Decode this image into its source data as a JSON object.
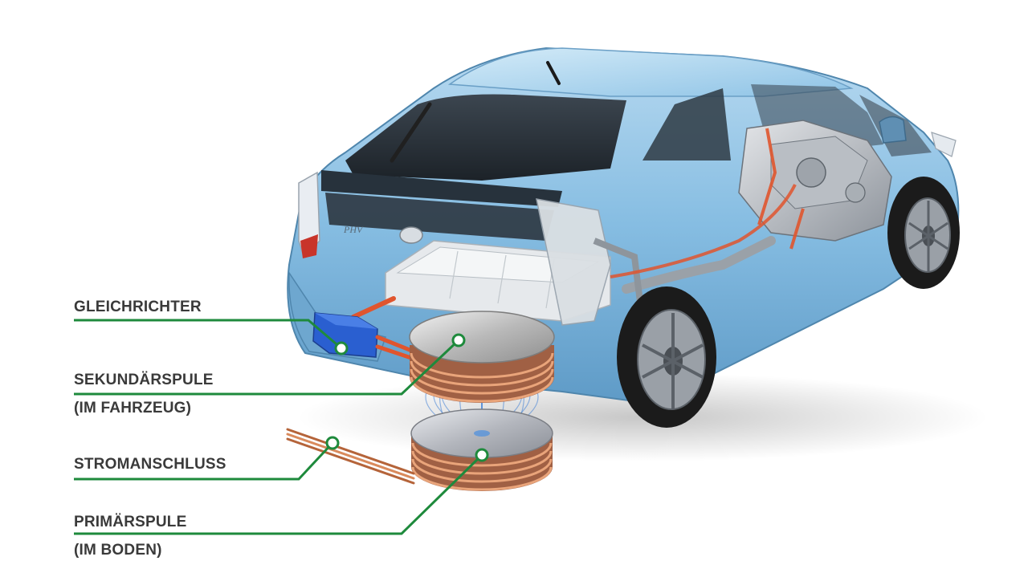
{
  "labels": {
    "rectifier": "GLEICHRICHTER",
    "secondary_coil": "SEKUNDÄRSPULE",
    "secondary_coil_note": "(IM FAHRZEUG)",
    "power_connection": "STROMANSCHLUSS",
    "primary_coil": "PRIMÄRSPULE",
    "primary_coil_note": "(IM BODEN)"
  },
  "vehicle_badge": "PHV",
  "colors": {
    "leader_line": "#1e8a3c",
    "car_body": "#7fb6db",
    "copper": "#c4703e",
    "rectifier_box": "#2a5fd0",
    "cable": "#e0552e"
  }
}
